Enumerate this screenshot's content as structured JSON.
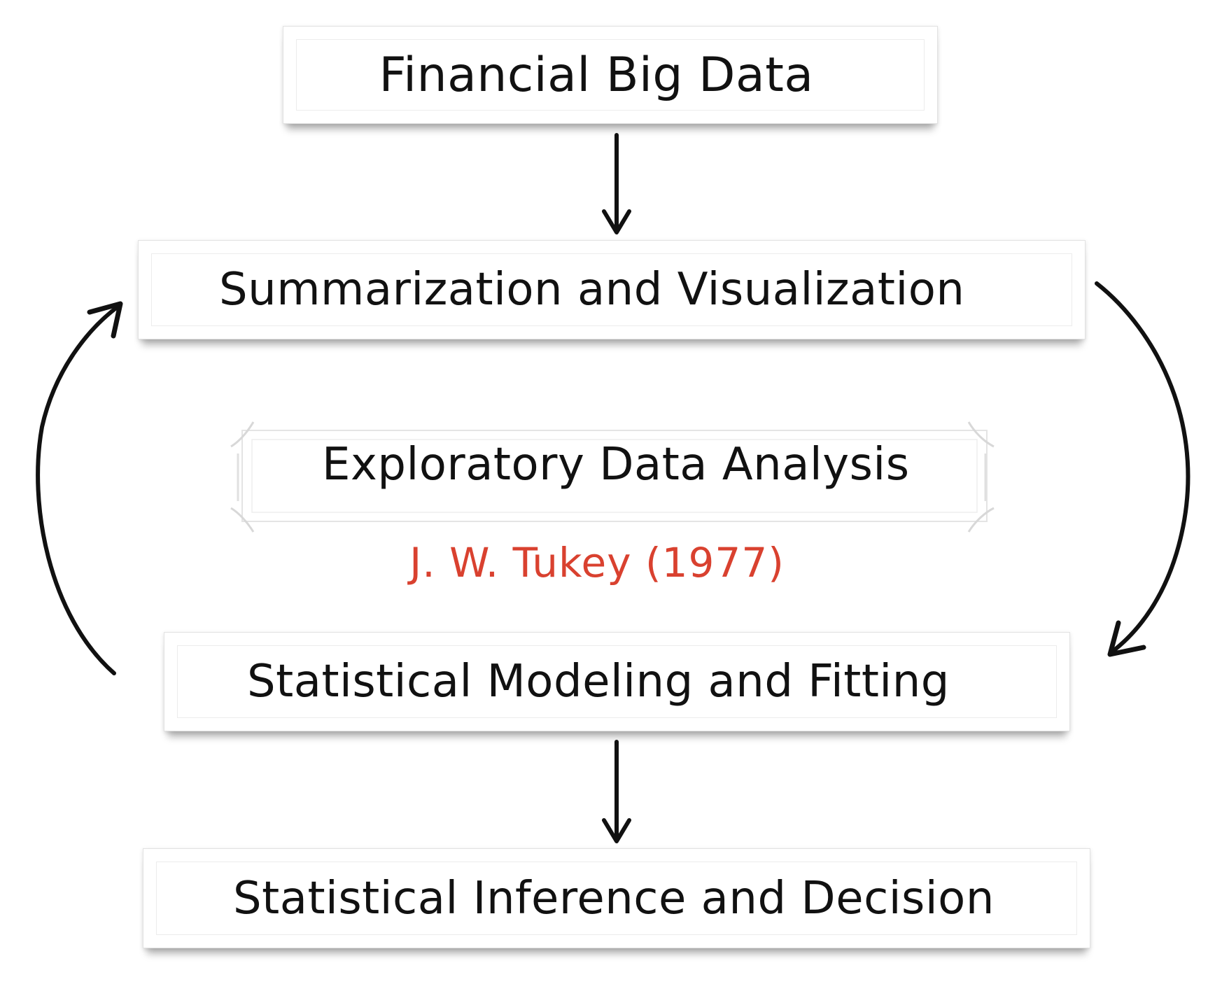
{
  "diagram": {
    "nodes": {
      "financial_big_data": "Financial Big Data",
      "summarization": "Summarization and Visualization",
      "eda": "Exploratory Data Analysis",
      "citation": "J. W. Tukey (1977)",
      "modeling": "Statistical Modeling and Fitting",
      "inference": "Statistical Inference and Decision"
    },
    "edges": [
      {
        "from": "financial_big_data",
        "to": "summarization",
        "style": "straight"
      },
      {
        "from": "summarization",
        "to": "modeling",
        "style": "curved-right"
      },
      {
        "from": "modeling",
        "to": "summarization",
        "style": "curved-left"
      },
      {
        "from": "modeling",
        "to": "inference",
        "style": "straight"
      }
    ],
    "colors": {
      "text": "#111111",
      "citation": "#d9412f",
      "arrow": "#111111"
    }
  }
}
